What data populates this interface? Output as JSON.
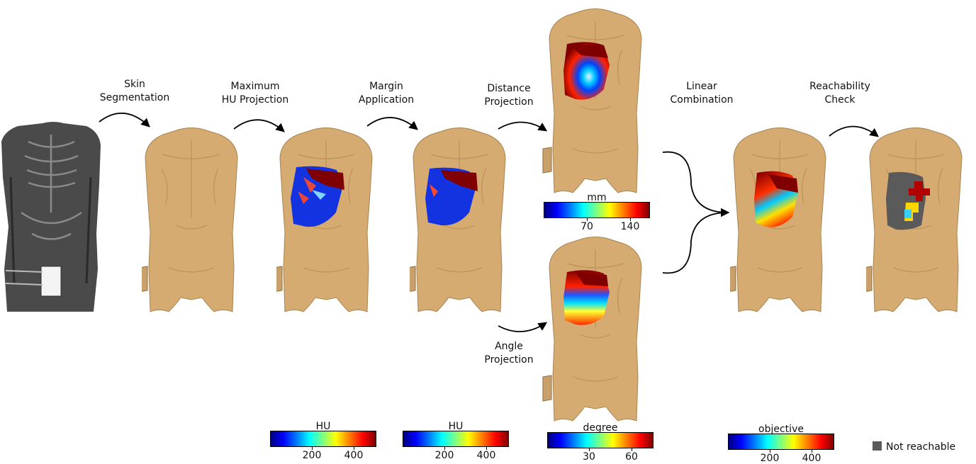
{
  "steps": {
    "skin": [
      "Skin",
      "Segmentation"
    ],
    "maxhu": [
      "Maximum",
      "HU Projection"
    ],
    "margin": [
      "Margin",
      "Application"
    ],
    "distance": [
      "Distance",
      "Projection"
    ],
    "angle": [
      "Angle",
      "Projection"
    ],
    "linear": [
      "Linear",
      "Combination"
    ],
    "reach": [
      "Reachability",
      "Check"
    ]
  },
  "colorbars": {
    "hu1": {
      "title": "HU",
      "ticks": [
        "200",
        "400"
      ]
    },
    "hu2": {
      "title": "HU",
      "ticks": [
        "200",
        "400"
      ]
    },
    "mm": {
      "title": "mm",
      "ticks": [
        "70",
        "140"
      ]
    },
    "degree": {
      "title": "degree",
      "ticks": [
        "30",
        "60"
      ]
    },
    "objective": {
      "title": "objective",
      "ticks": [
        "200",
        "400"
      ]
    }
  },
  "legend": {
    "not_reachable": "Not reachable"
  },
  "colors": {
    "skin": "#d6ab72",
    "ct": "#4a4a4a",
    "dark_red": "#7f0000",
    "blue": "#0a2be0",
    "not_reachable_gray": "#5a5a5a"
  }
}
